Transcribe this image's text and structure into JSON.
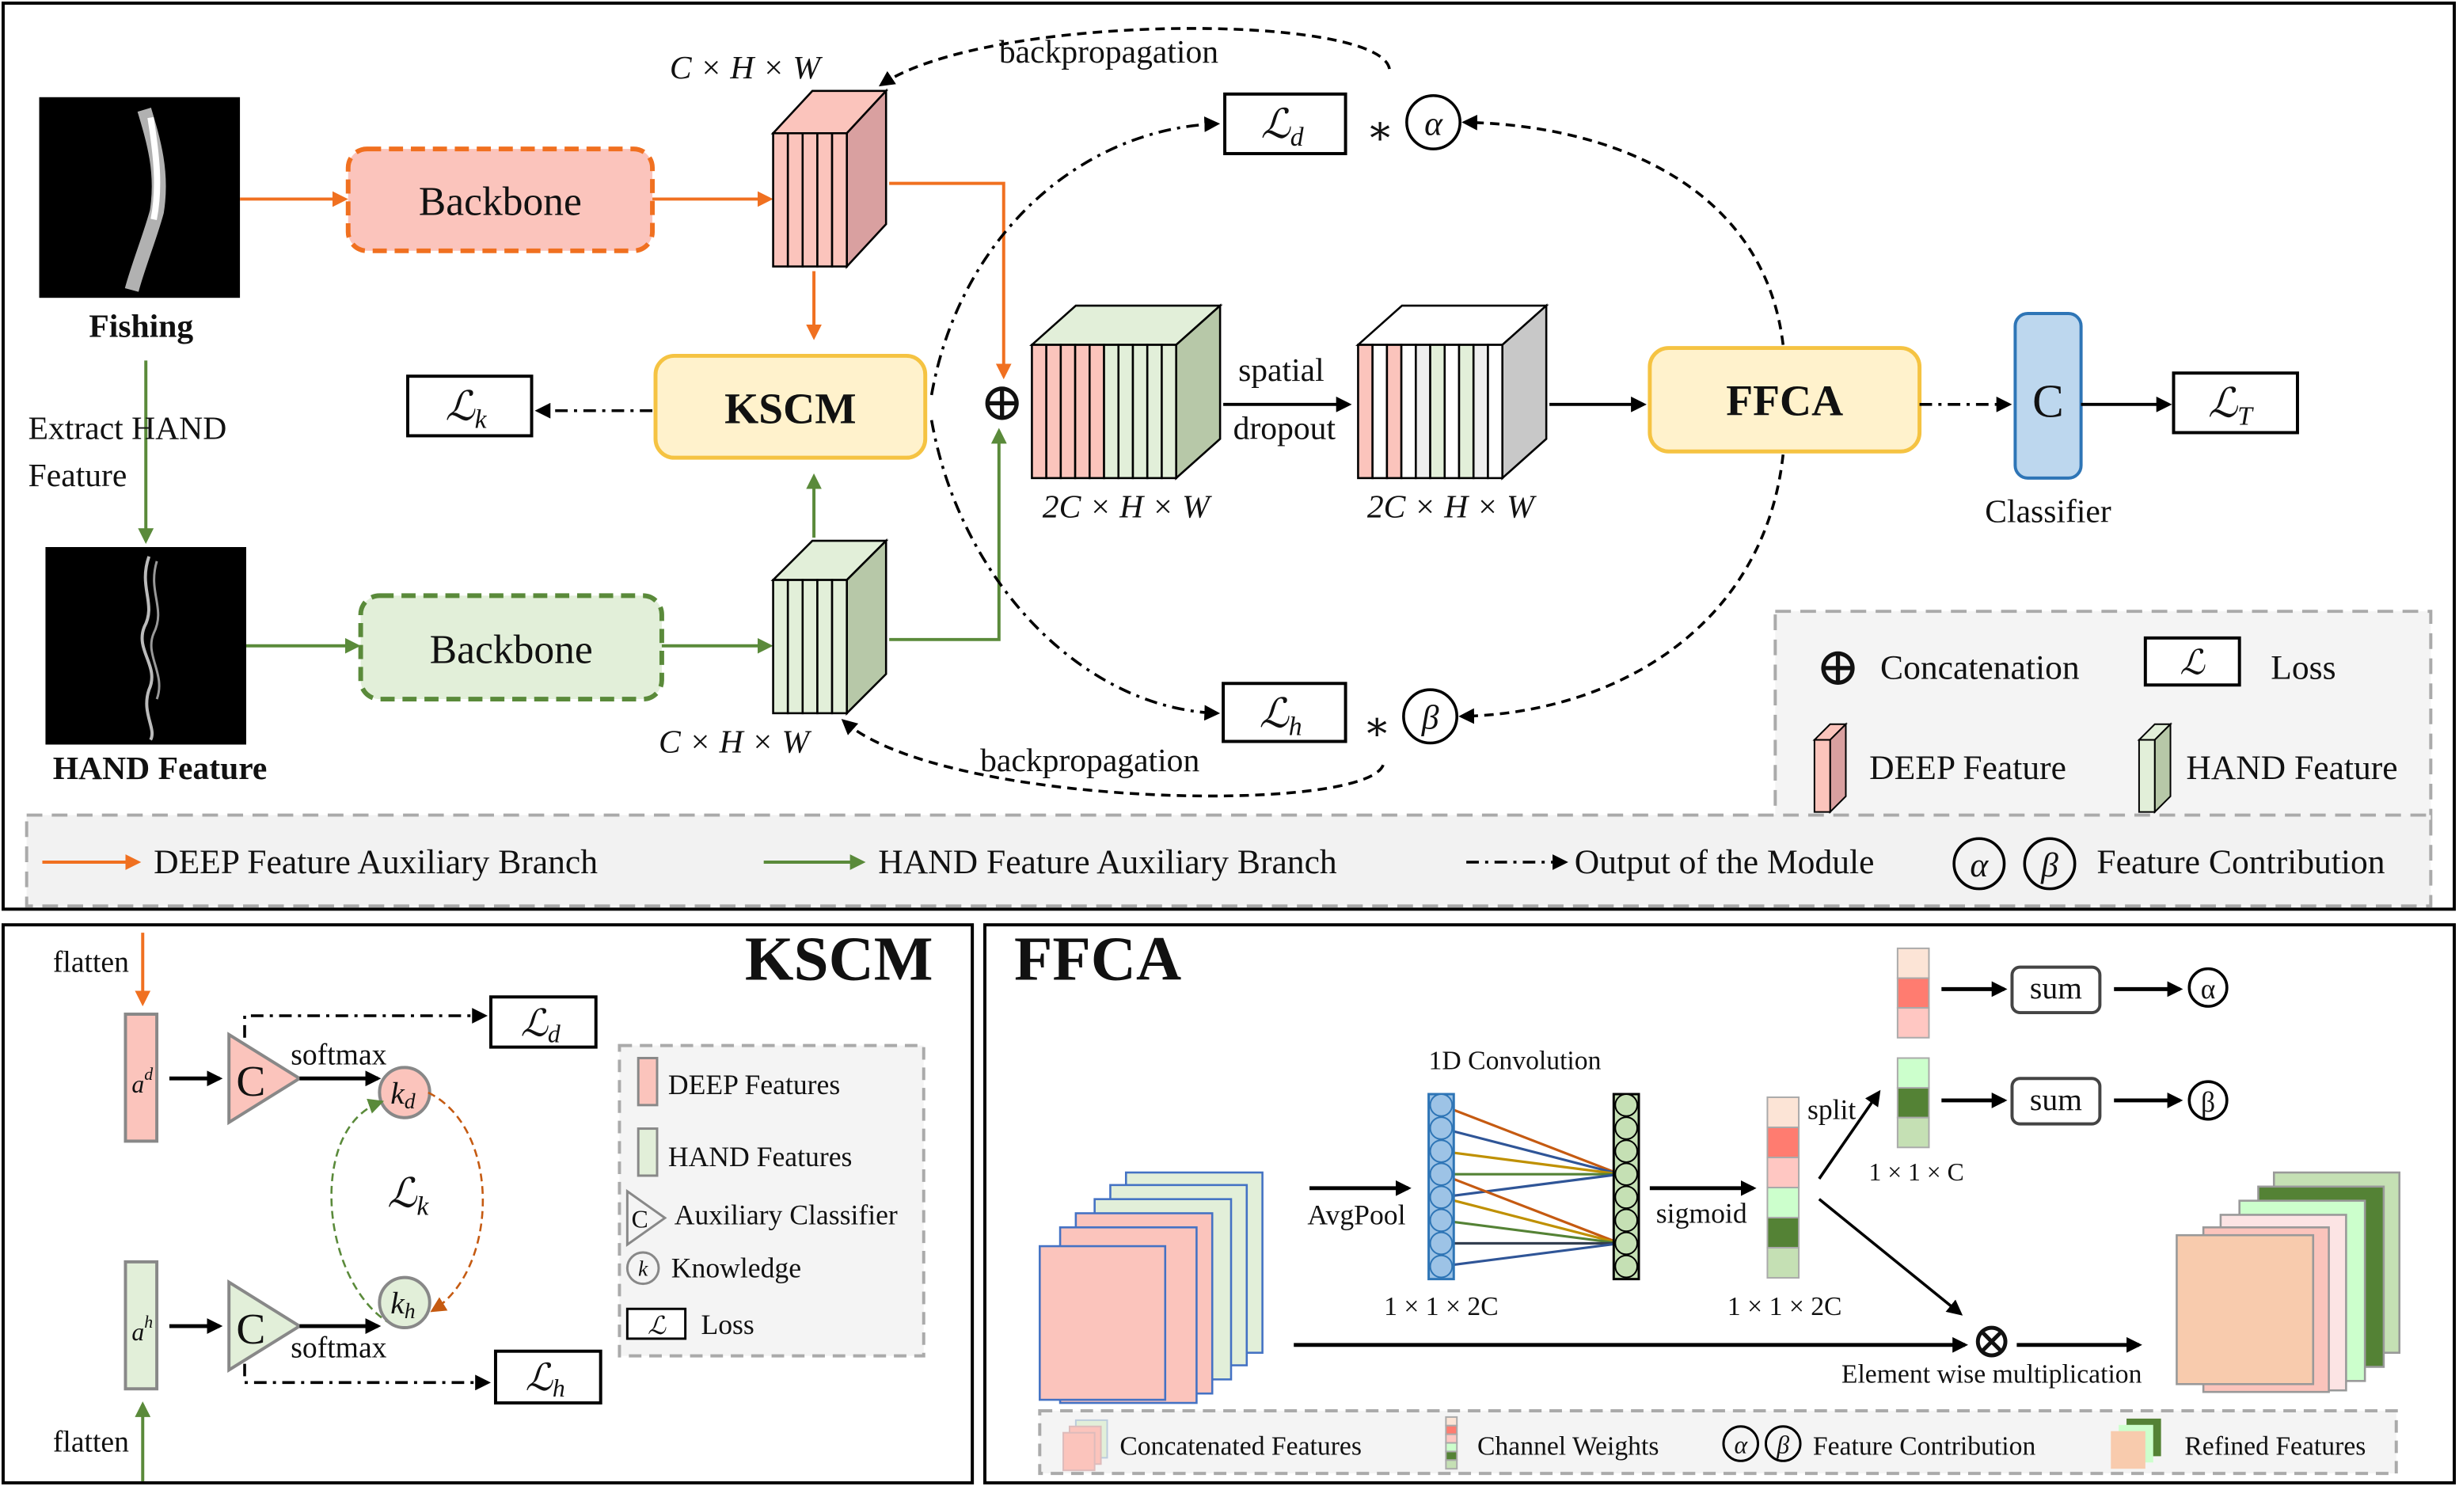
{
  "top": {
    "fishing_label": "Fishing",
    "hand_label": "HAND Feature",
    "extract_line1": "Extract HAND",
    "extract_line2": "Feature",
    "backbone_deep": "Backbone",
    "backbone_hand": "Backbone",
    "dim_chw": "C × H × W",
    "dim_2chw": "2C × H × W",
    "kscm": "KSCM",
    "ffca": "FFCA",
    "spatial": "spatial",
    "dropout": "dropout",
    "classifier_letter": "C",
    "classifier_label": "Classifier",
    "backprop": "backpropagation",
    "loss_symbol": "ℒ",
    "sub_d": "d",
    "sub_h": "h",
    "sub_k": "k",
    "sub_T": "T",
    "times": "∗",
    "alpha": "α",
    "beta": "β",
    "oplus": "⊕"
  },
  "legend_top": {
    "concatenation": "Concatenation",
    "loss": "Loss",
    "deep_feature": "DEEP Feature",
    "hand_feature": "HAND Feature",
    "deep_branch": "DEEP Feature Auxiliary Branch",
    "hand_branch": "HAND Feature Auxiliary Branch",
    "output": "Output of the Module",
    "contribution": "Feature Contribution"
  },
  "kscm_panel": {
    "title": "KSCM",
    "flatten": "flatten",
    "a": "a",
    "sup_d": "d",
    "sup_h": "h",
    "c": "C",
    "softmax": "softmax",
    "k": "k",
    "legend": {
      "deep": "DEEP Features",
      "hand": "HAND Features",
      "aux": "Auxiliary Classifier",
      "knowledge": "Knowledge",
      "loss": "Loss"
    }
  },
  "ffca_panel": {
    "title": "FFCA",
    "conv": "1D Convolution",
    "avgpool": "AvgPool",
    "sigmoid": "sigmoid",
    "split": "split",
    "dim_2c": "1 × 1 × 2C",
    "dim_c": "1 × 1 × C",
    "sum": "sum",
    "otimes": "⊗",
    "mult": "Element wise multiplication",
    "legend": {
      "concat": "Concatenated Features",
      "weights": "Channel Weights",
      "contribution": "Feature Contribution",
      "refined": "Refined Features"
    }
  },
  "colors": {
    "deep": "#fbc4bc",
    "hand": "#e2efd9",
    "orange": "#f07020",
    "green": "#5a8a3a",
    "module": "#fff2cc",
    "classifier": "#bdd7ee"
  }
}
